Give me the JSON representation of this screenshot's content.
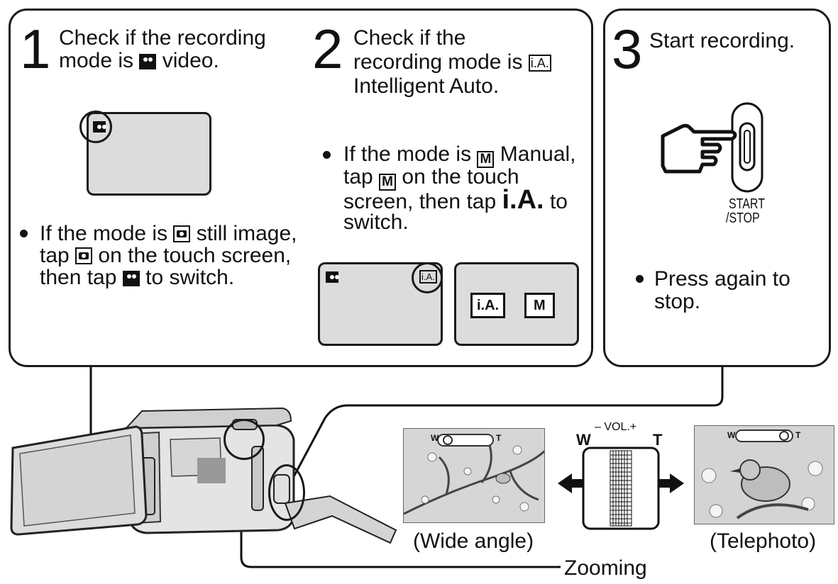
{
  "step1": {
    "number": "1",
    "line1": "Check if the recording",
    "line2_pre": "mode is",
    "line2_post": "video.",
    "bullet_l1_pre": "If the mode is",
    "bullet_l1_post": "still image,",
    "bullet_l2_pre": "tap",
    "bullet_l2_post": "on the touch screen,",
    "bullet_l3_pre": "then tap",
    "bullet_l3_post": "to switch."
  },
  "step2": {
    "number": "2",
    "line1": "Check if the",
    "line2_pre": "recording mode is",
    "ia_icon": "i.A.",
    "line3": "Intelligent Auto.",
    "bullet_l1_pre": "If the mode is",
    "m_icon": "M",
    "bullet_l1_post": "Manual,",
    "bullet_l2_pre": "tap",
    "bullet_l2_post": "on the touch",
    "bullet_l3_pre": "screen, then tap",
    "ia_big": "i.A.",
    "bullet_l3_post": "to",
    "bullet_l4": "switch.",
    "screen_ia_button": "i.A.",
    "screen_m_button": "M"
  },
  "step3": {
    "number": "3",
    "title": "Start recording.",
    "button_label_1": "START",
    "button_label_2": "/STOP",
    "bullet_l1": "Press again to",
    "bullet_l2": "stop."
  },
  "zoom": {
    "lever_w": "W",
    "lever_t": "T",
    "lever_vol": "– VOL.+",
    "wide_caption": "(Wide angle)",
    "tele_caption": "(Telephoto)",
    "zooming_label": "Zooming",
    "zoom_bar_w": "W",
    "zoom_bar_t": "T"
  },
  "icons": [
    "video-mode-icon",
    "still-image-icon",
    "intelligent-auto-icon",
    "manual-icon",
    "pointing-hand-icon",
    "arrow-left-icon",
    "arrow-right-icon"
  ]
}
